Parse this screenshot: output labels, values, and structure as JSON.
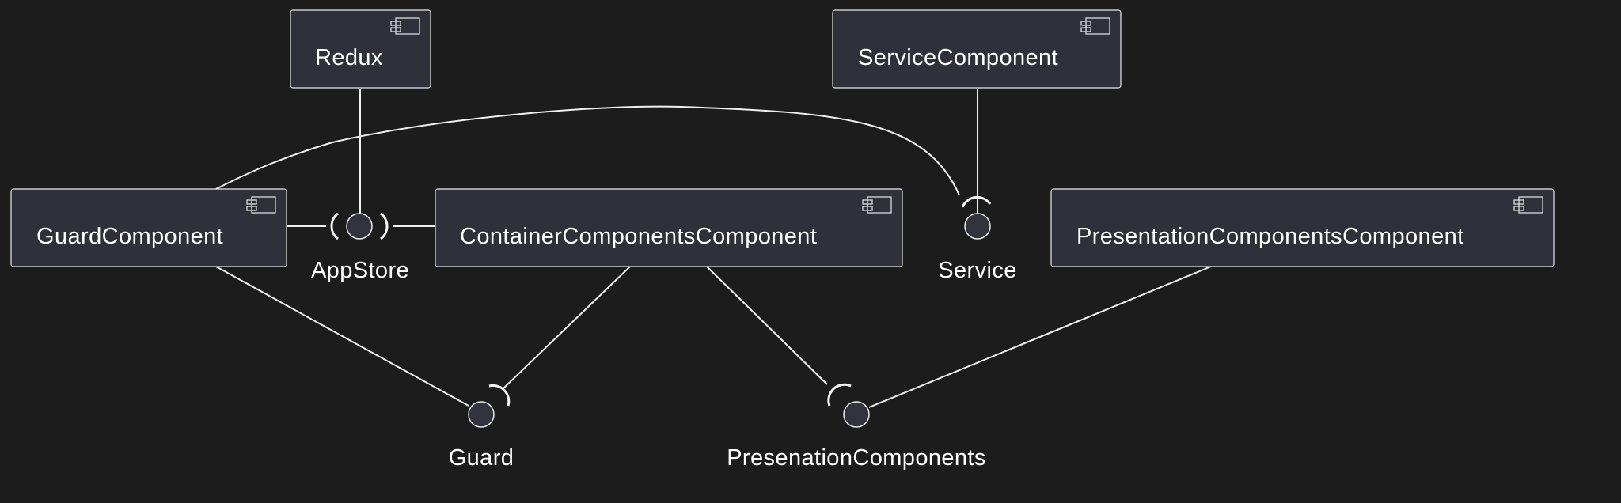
{
  "diagram": {
    "components": {
      "redux": "Redux",
      "service_component": "ServiceComponent",
      "guard_component": "GuardComponent",
      "container_components_component": "ContainerComponentsComponent",
      "presentation_components_component": "PresentationComponentsComponent"
    },
    "interfaces": {
      "app_store": "AppStore",
      "service": "Service",
      "guard": "Guard",
      "presenation_components": "PresenationComponents"
    },
    "colors": {
      "background": "#1c1c1c",
      "node_fill": "#30303a",
      "stroke": "#f0f0f0",
      "text": "#ffffff"
    }
  }
}
